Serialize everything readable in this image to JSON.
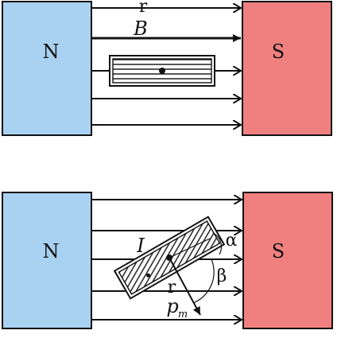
{
  "top_panel": {
    "magnet_left_label": "N",
    "magnet_right_label": "S",
    "field_vector_symbol": "B",
    "field_vector_arrow_mark": "r"
  },
  "bottom_panel": {
    "magnet_left_label": "N",
    "magnet_right_label": "S",
    "current_label": "I",
    "moment_arrow_mark": "r",
    "moment_symbol": "p",
    "moment_subscript": "m",
    "angle_alpha": "α",
    "angle_beta": "β"
  },
  "colors": {
    "north_pole": "#a9d1f1",
    "south_pole": "#f08080",
    "line": "#111111"
  }
}
